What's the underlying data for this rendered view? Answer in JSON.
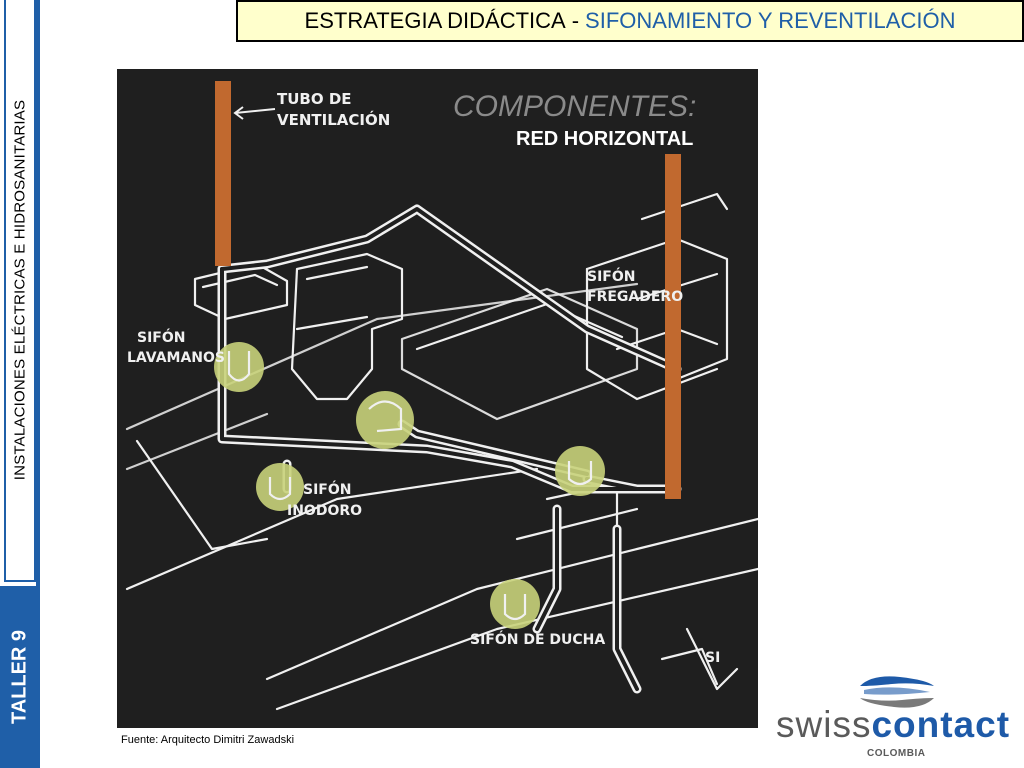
{
  "sidebar": {
    "section_label": "INSTALACIONES ELÉCTRICAS E HIDROSANITARIAS",
    "session_label": "TALLER 9"
  },
  "header": {
    "title_main": "ESTRATEGIA DIDÁCTICA",
    "title_separator": "-",
    "title_sub": "SIFONAMIENTO Y REVENTILACIÓN"
  },
  "drawing": {
    "heading": "COMPONENTES:",
    "subheading": "RED HORIZONTAL",
    "labels": {
      "vent_line1": "TUBO DE",
      "vent_line2": "VENTILACIÓN",
      "sink_trap_line1": "SIFÓN",
      "sink_trap_line2": "FREGADERO",
      "basin_trap_line1": "SIFÓN",
      "basin_trap_line2": "LAVAMANOS",
      "wc_trap_line1": "SIFÓN",
      "wc_trap_line2": "INODORO",
      "shower_trap": "SIFÓN DE DUCHA",
      "cut_label": "SI"
    },
    "colors": {
      "background": "#1f1f1f",
      "pipe": "#c1692f",
      "marker": "#c8d27a",
      "line": "#f0f0f0"
    }
  },
  "footer": {
    "source": "Fuente: Arquitecto Dimitri Zawadski"
  },
  "logo": {
    "word_light": "swiss",
    "word_bold": "contact",
    "country": "COLOMBIA"
  }
}
